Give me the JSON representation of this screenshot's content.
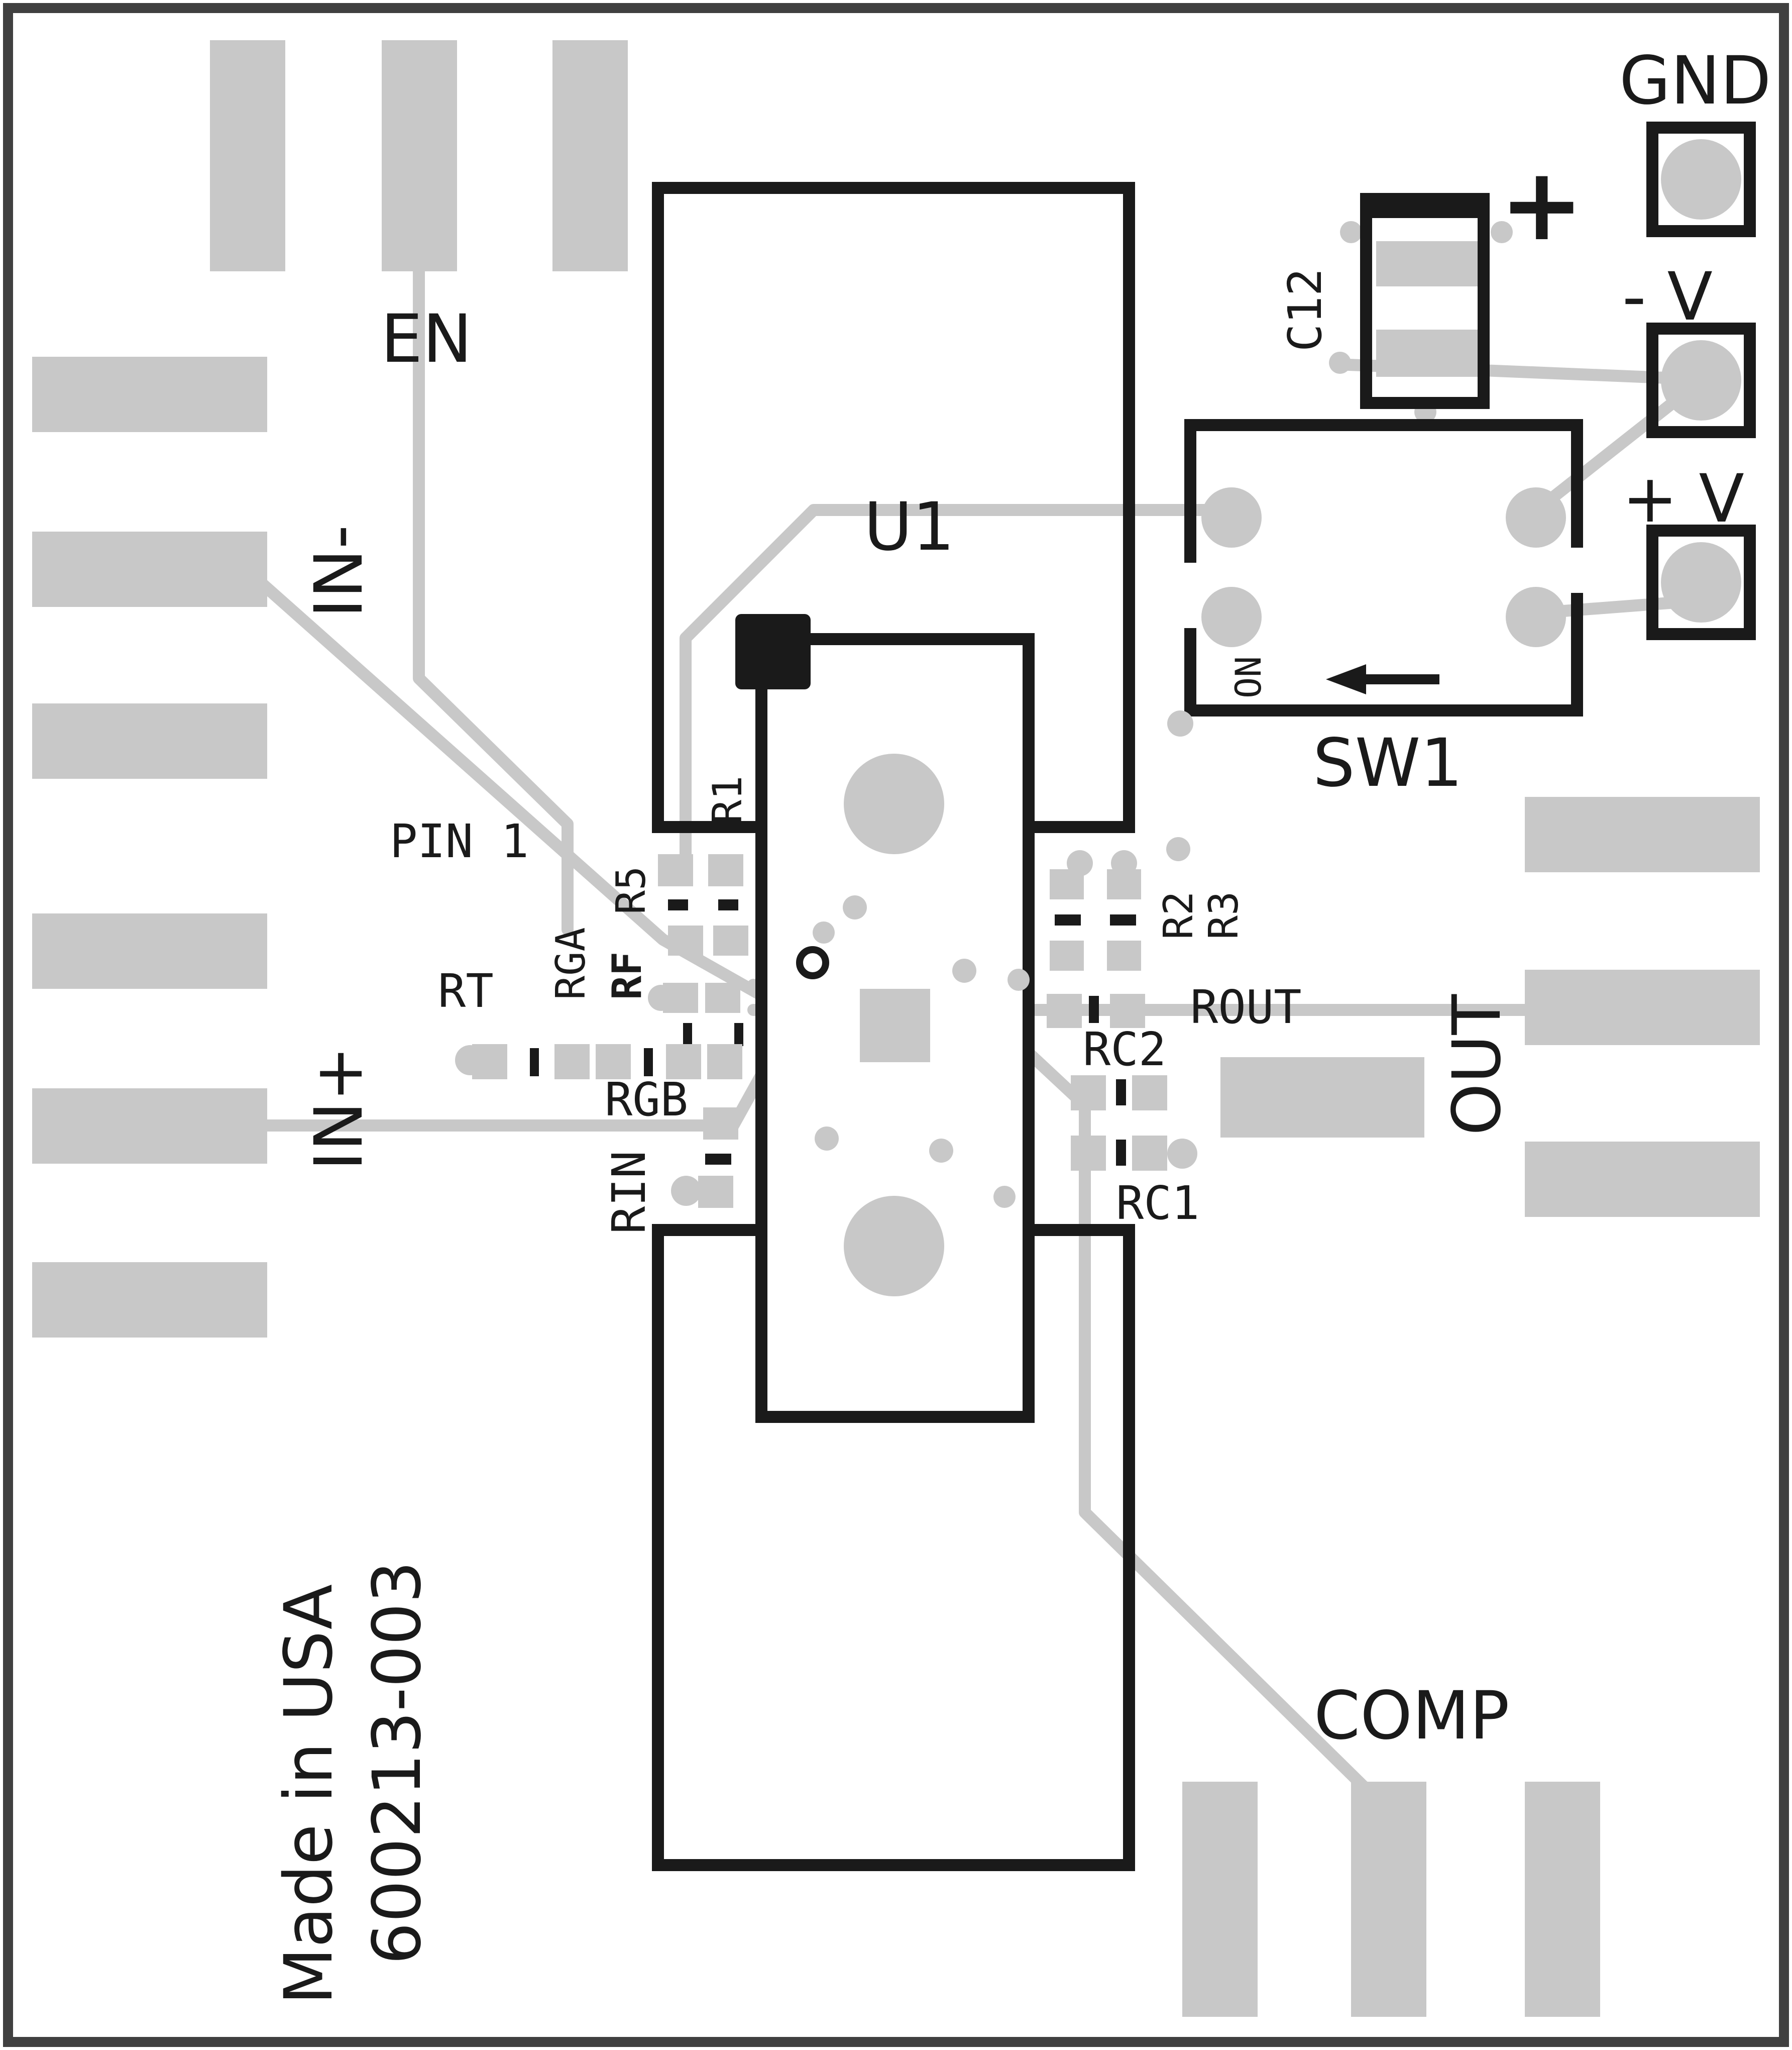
{
  "labels": {
    "gnd": "GND",
    "neg_v": "- V",
    "pos_v": "+ V",
    "en": "EN",
    "in_neg": "IN-",
    "in_pos": "IN+",
    "u1": "U1",
    "sw1": "SW1",
    "sw_on": "ON",
    "c12": "C12",
    "c12_plus": "+",
    "pin1": "PIN 1",
    "r1": "R1",
    "r5": "R5",
    "r2": "R2",
    "r3": "R3",
    "rga": "RGA",
    "rf": "RF",
    "rt": "RT",
    "rgb": "RGB",
    "rin": "RIN",
    "rout": "ROUT",
    "rc2": "RC2",
    "rc1": "RC1",
    "out": "OUT",
    "comp": "COMP",
    "made_in": "Made in USA",
    "part_number": "600213-003"
  },
  "colors": {
    "copper": "#c8c8c8",
    "silkscreen": "#1a1a1a",
    "board": "#ffffff"
  }
}
